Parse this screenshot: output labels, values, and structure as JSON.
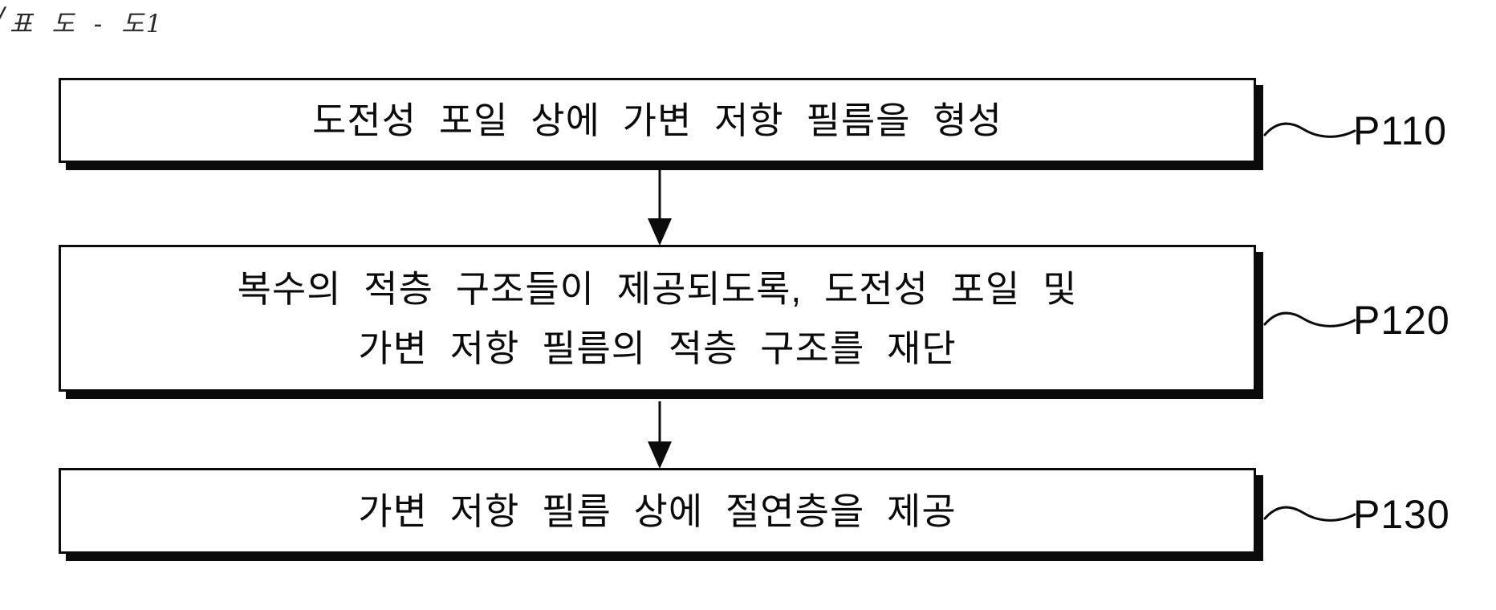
{
  "header": {
    "cut_glyph": "/",
    "caption": "표 도 - 도1"
  },
  "figure": {
    "type": "flowchart",
    "colors": {
      "ink": "#0b0b0b",
      "background": "#ffffff"
    },
    "steps": [
      {
        "label": "P110",
        "lines": [
          "도전성 포일 상에 가변 저항 필름을 형성"
        ]
      },
      {
        "label": "P120",
        "lines": [
          "복수의 적층 구조들이 제공되도록, 도전성 포일 및",
          "가변 저항 필름의 적층 구조를 재단"
        ]
      },
      {
        "label": "P130",
        "lines": [
          "가변 저항 필름 상에 절연층을 제공"
        ]
      }
    ]
  }
}
